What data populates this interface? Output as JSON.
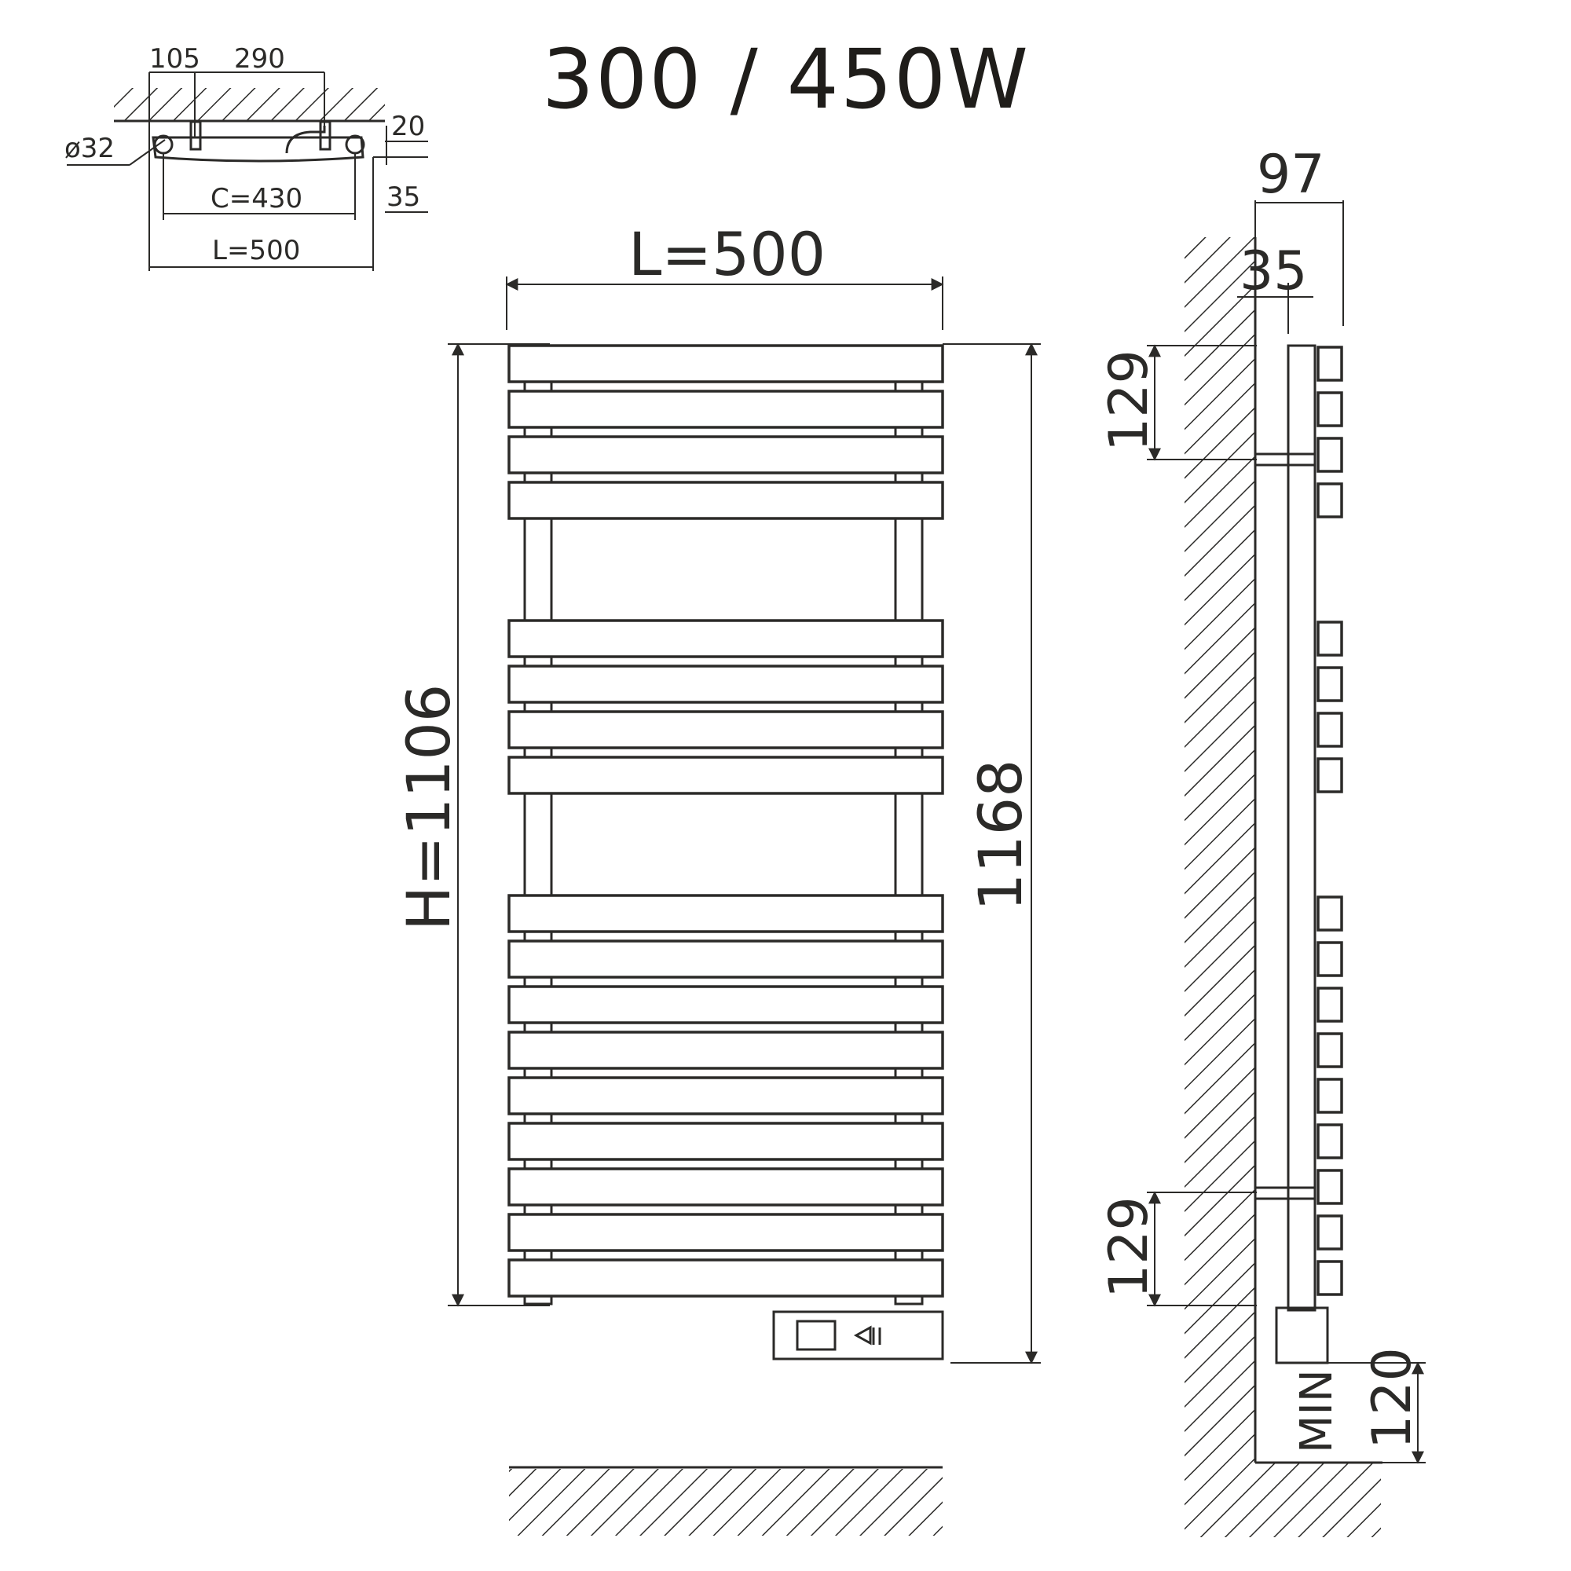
{
  "title": "300 / 450W",
  "top_view": {
    "dim_105": "105",
    "dim_290": "290",
    "dim_20": "20",
    "dim_diameter": "ø32",
    "dim_c": "C=430",
    "dim_35": "35",
    "dim_l": "L=500"
  },
  "front_view": {
    "width_label": "L=500",
    "height_label": "H=1106",
    "total_height_label": "1168",
    "bar_groups": [
      4,
      4,
      9
    ]
  },
  "side_view": {
    "depth_97": "97",
    "depth_35": "35",
    "bracket_top": "129",
    "bracket_bottom": "129",
    "min_label": "MIN",
    "min_value": "120"
  }
}
